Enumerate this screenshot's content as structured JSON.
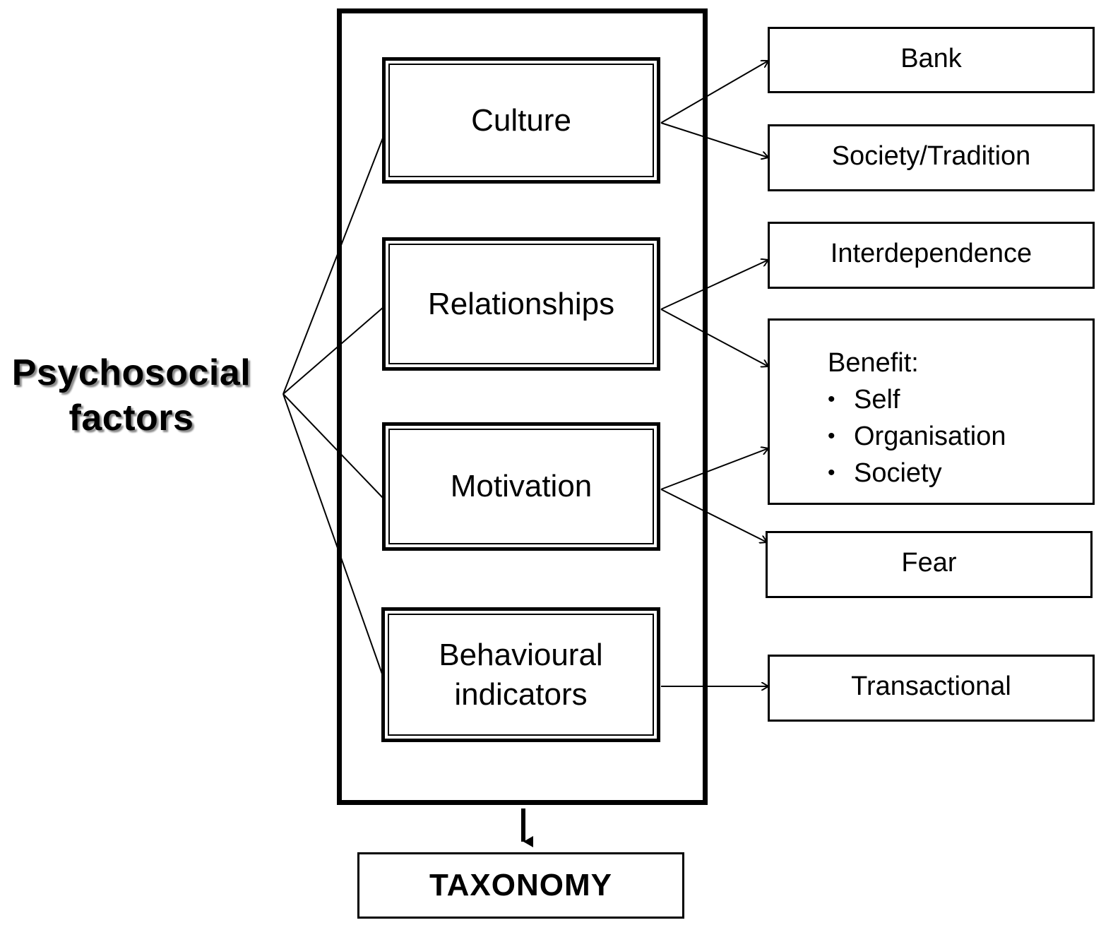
{
  "root": {
    "lines": [
      "Psychosocial",
      "factors"
    ]
  },
  "factors": [
    {
      "lines": [
        "Culture"
      ]
    },
    {
      "lines": [
        "Relationships"
      ]
    },
    {
      "lines": [
        "Motivation"
      ]
    },
    {
      "lines": [
        "Behavioural",
        "indicators"
      ]
    }
  ],
  "leaves": {
    "bank": "Bank",
    "society_tradition": "Society/Tradition",
    "interdependence": "Interdependence",
    "benefit": {
      "title": "Benefit:",
      "items": [
        "Self",
        "Organisation",
        "Society"
      ]
    },
    "fear": "Fear",
    "transactional": "Transactional"
  },
  "output": "TAXONOMY",
  "colors": {
    "stroke": "#000000",
    "shadow": "#8a8a8a",
    "background": "#ffffff"
  }
}
